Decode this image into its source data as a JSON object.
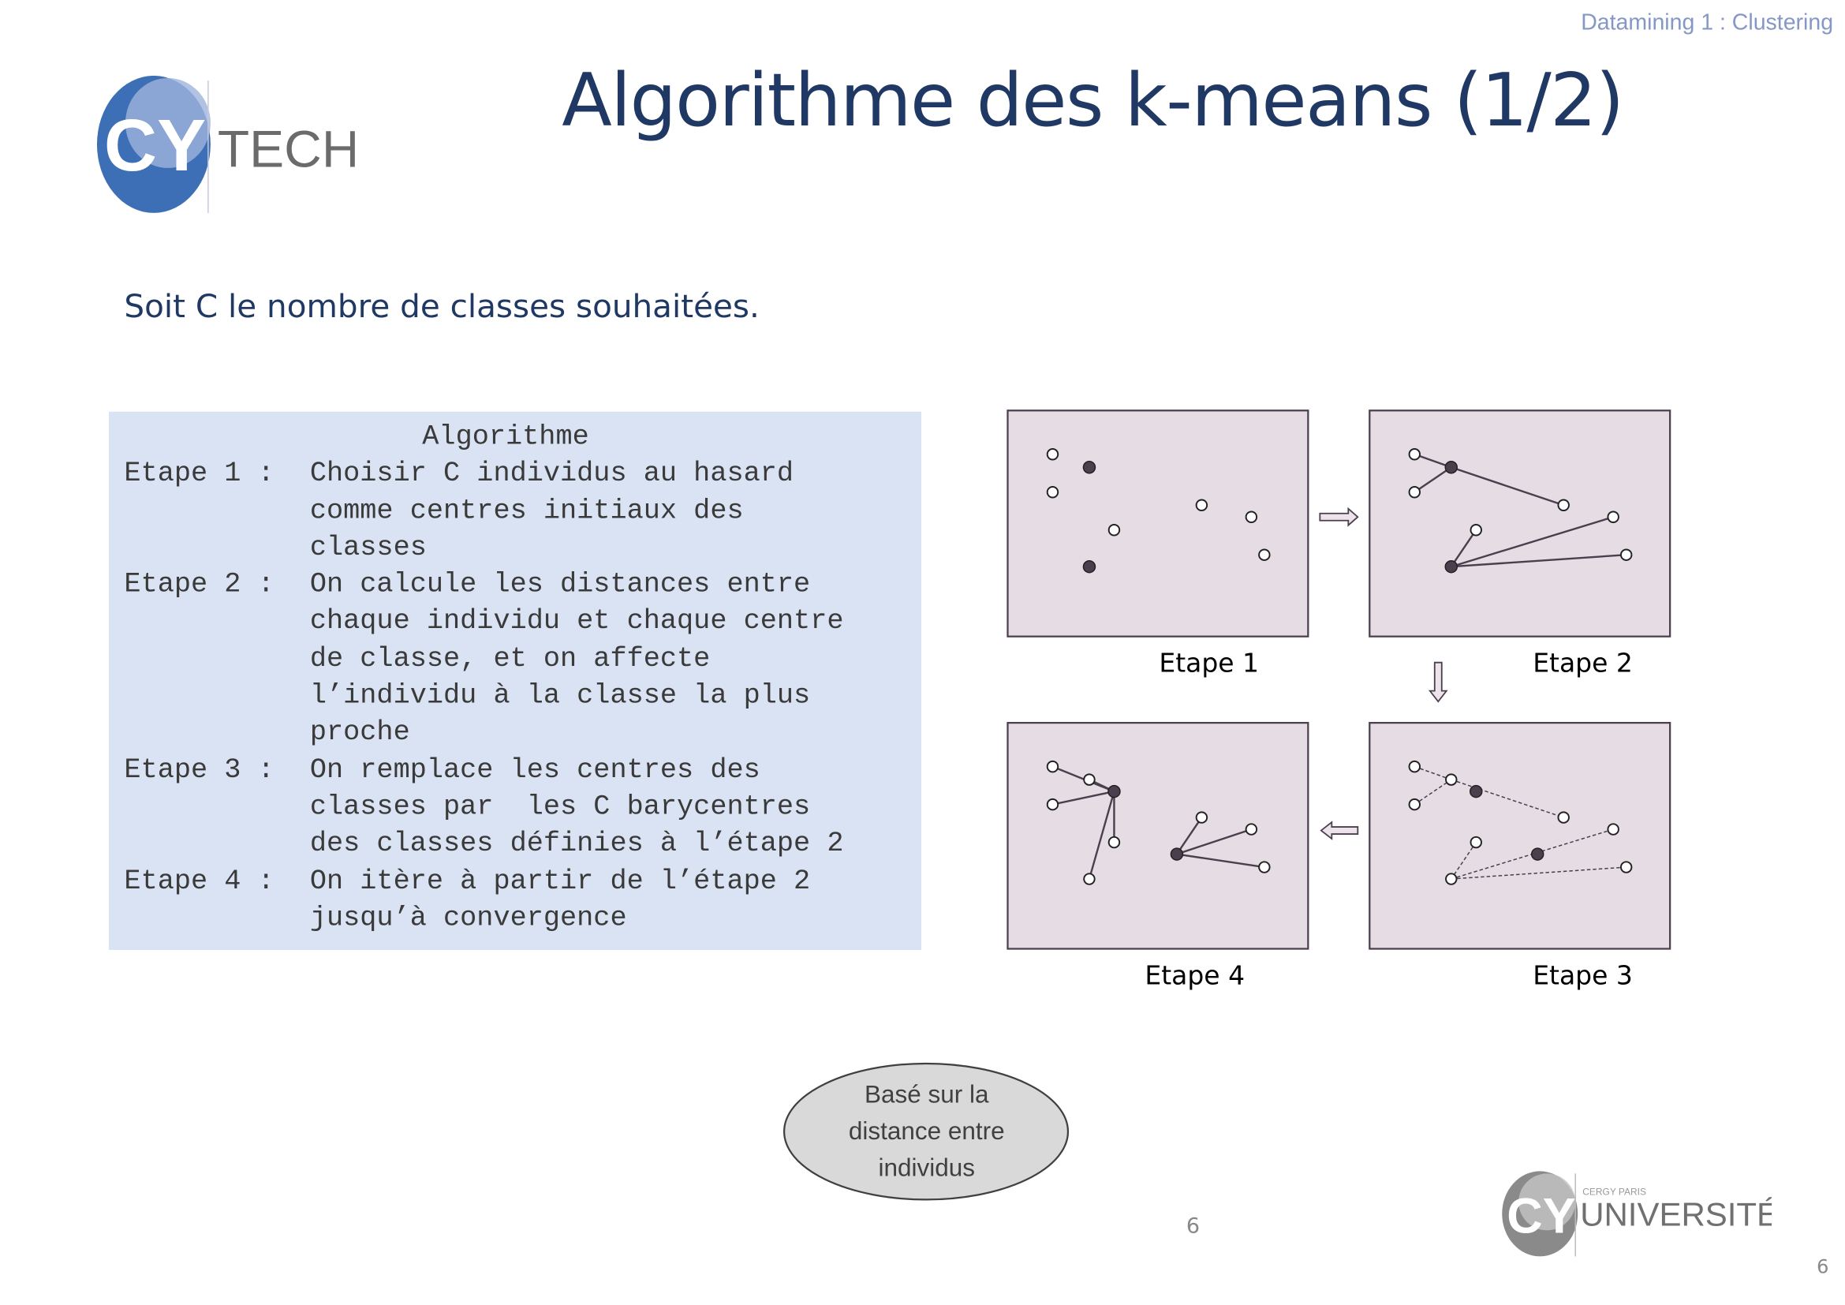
{
  "header": {
    "course": "Datamining 1 : Clustering"
  },
  "logo_top": {
    "mark": "CY",
    "text": "TECH"
  },
  "logo_bottom": {
    "mark": "CY",
    "small": "CERGY PARIS",
    "text": "UNIVERSITÉ"
  },
  "title": "Algorithme des k-means (1/2)",
  "intro": "Soit C le nombre de classes souhaitées.",
  "algorithm": {
    "heading": "Algorithme",
    "steps": [
      {
        "label": "Etape 1 :",
        "lines": [
          "Choisir C individus au hasard",
          "comme centres initiaux des",
          "classes"
        ]
      },
      {
        "label": "Etape 2 :",
        "lines": [
          "On calcule les distances entre",
          "chaque individu et chaque centre",
          "de classe, et on affecte",
          "l’individu à la classe la plus",
          "proche"
        ]
      },
      {
        "label": "Etape 3 :",
        "lines": [
          "On remplace les centres des",
          "classes par  les C barycentres",
          "des classes définies à l’étape 2"
        ]
      },
      {
        "label": "Etape 4 :",
        "lines": [
          "On itère à partir de l’étape 2",
          "jusqu’à convergence"
        ]
      }
    ]
  },
  "diagram": {
    "labels": [
      "Etape 1",
      "Etape 2",
      "Etape 3",
      "Etape 4"
    ],
    "colors": {
      "panel": "#e6dde4",
      "border": "#4b3f4e",
      "center": "#4b3f4e"
    }
  },
  "note": {
    "lines": [
      "Basé sur la",
      "distance entre",
      "individus"
    ]
  },
  "page_number": "6",
  "page_number_corner": "6"
}
